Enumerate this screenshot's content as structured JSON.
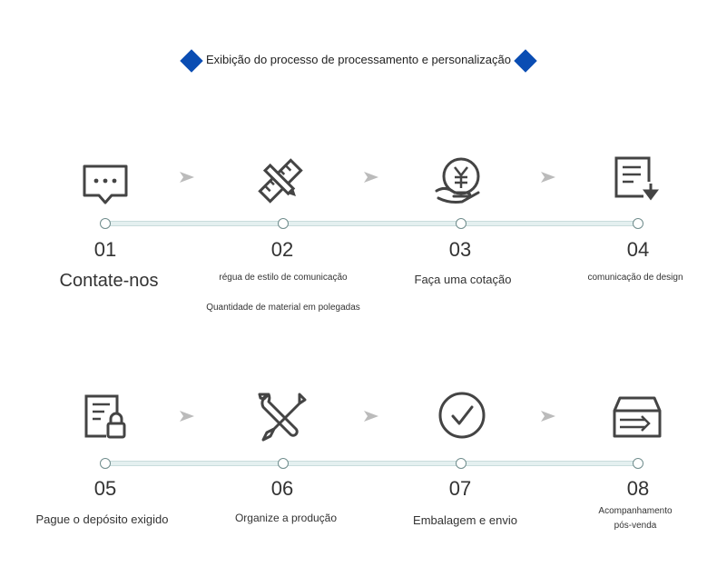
{
  "header": {
    "title": "Exibição do processo de processamento e personalização"
  },
  "row1": {
    "steps": [
      {
        "num": "01",
        "label": "Contate-nos",
        "icon": "chat-bubble-icon"
      },
      {
        "num": "02",
        "label": "régua de estilo de comunicação",
        "label2": "Quantidade de material em polegadas",
        "icon": "ruler-pencil-icon"
      },
      {
        "num": "03",
        "label": "Faça uma cotação",
        "icon": "yen-coin-hand-icon"
      },
      {
        "num": "04",
        "label": "comunicação de design",
        "icon": "document-download-icon"
      }
    ]
  },
  "row2": {
    "steps": [
      {
        "num": "05",
        "label": "Pague o depósito exigido",
        "icon": "document-lock-icon"
      },
      {
        "num": "06",
        "label": "Organize a produção",
        "icon": "tools-icon"
      },
      {
        "num": "07",
        "label": "Embalagem e envio",
        "icon": "check-circle-icon"
      },
      {
        "num": "08",
        "label": "Acompanhamento",
        "label2": "pós-venda",
        "icon": "box-arrow-icon"
      }
    ]
  },
  "colors": {
    "accent": "#0a4db3",
    "line": "#e4f0f0",
    "node": "#6f8c8c",
    "icon": "#444444",
    "chevron": "#bbbbbb"
  }
}
